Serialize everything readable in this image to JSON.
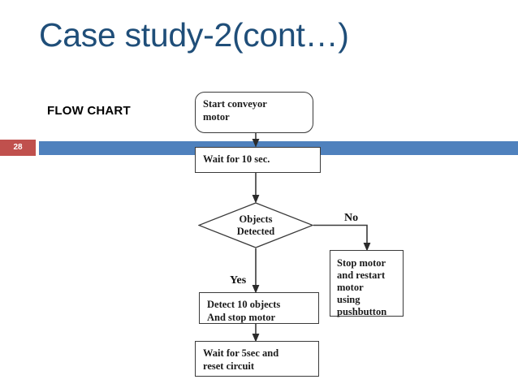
{
  "slide": {
    "title": "Case study-2(cont…)",
    "slide_number": "28",
    "section_heading": "FLOW CHART",
    "colors": {
      "title_text": "#1F4E79",
      "accent_bar": "#4F81BD",
      "badge_background": "#C0504D",
      "badge_text": "#FFFFFF",
      "shape_stroke": "#3A3A3A",
      "shape_fill": "#FFFFFF",
      "connector_stroke": "#3A3A3A",
      "background": "#FFFFFF"
    }
  },
  "flowchart": {
    "nodes": {
      "start": {
        "label": "Start conveyor\nmotor",
        "shape": "rounded-rectangle"
      },
      "wait10": {
        "label": "Wait for 10 sec.",
        "shape": "rectangle"
      },
      "decision": {
        "label": "Objects\nDetected",
        "shape": "diamond"
      },
      "stop_restart": {
        "label": "Stop motor\nand restart\nmotor\nusing\npushbutton",
        "shape": "rectangle"
      },
      "detect": {
        "label": "Detect 10 objects\nAnd stop motor",
        "shape": "rectangle"
      },
      "wait5": {
        "label": "Wait for 5sec and\nreset circuit",
        "shape": "rectangle"
      }
    },
    "branch_labels": {
      "no": "No",
      "yes": "Yes"
    }
  }
}
